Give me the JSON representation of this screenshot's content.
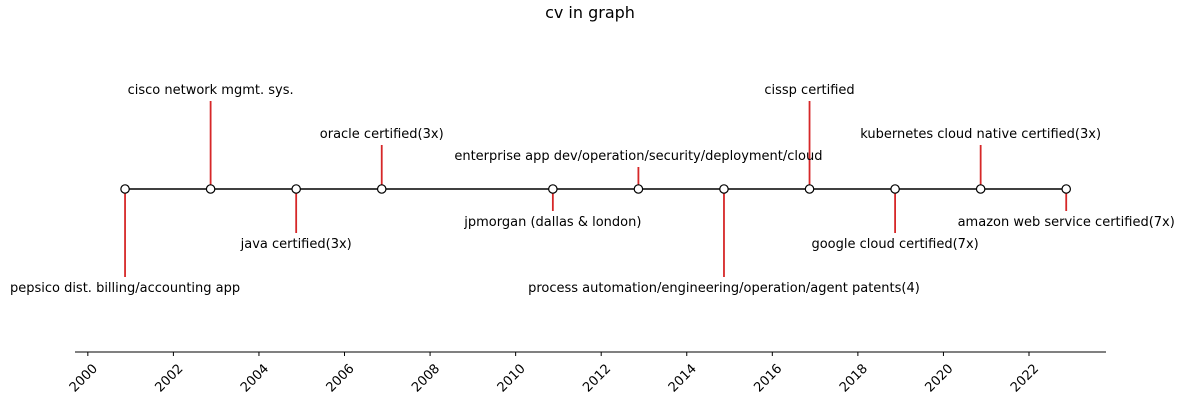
{
  "chart_data": {
    "type": "timeline",
    "title": "cv in graph",
    "xlim": [
      1999.7,
      2023.8
    ],
    "xticks": [
      2000,
      2002,
      2004,
      2006,
      2008,
      2010,
      2012,
      2014,
      2016,
      2018,
      2020,
      2022
    ],
    "xtick_labels": [
      "2000",
      "2002",
      "2004",
      "2006",
      "2008",
      "2010",
      "2012",
      "2014",
      "2016",
      "2018",
      "2020",
      "2022"
    ],
    "colors": {
      "stem": "#d62728",
      "baseline": "#000000",
      "marker_fill": "#ffffff",
      "marker_edge": "#000000"
    },
    "events": [
      {
        "year": 2000.87,
        "level": -4,
        "label": "pepsico dist. billing/accounting app"
      },
      {
        "year": 2002.87,
        "level": 4,
        "label": "cisco network mgmt. sys."
      },
      {
        "year": 2004.87,
        "level": -2,
        "label": "java certified(3x)"
      },
      {
        "year": 2006.87,
        "level": 2,
        "label": "oracle certified(3x)"
      },
      {
        "year": 2010.87,
        "level": -1,
        "label": "jpmorgan (dallas & london)"
      },
      {
        "year": 2012.87,
        "level": 1,
        "label": "enterprise app dev/operation/security/deployment/cloud"
      },
      {
        "year": 2014.87,
        "level": -4,
        "label": "process automation/engineering/operation/agent patents(4)"
      },
      {
        "year": 2016.87,
        "level": 4,
        "label": "cissp certified"
      },
      {
        "year": 2018.87,
        "level": -2,
        "label": "google cloud certified(7x)"
      },
      {
        "year": 2020.87,
        "level": 2,
        "label": "kubernetes cloud native certified(3x)"
      },
      {
        "year": 2022.87,
        "level": -1,
        "label": "amazon web service certified(7x)"
      }
    ]
  }
}
